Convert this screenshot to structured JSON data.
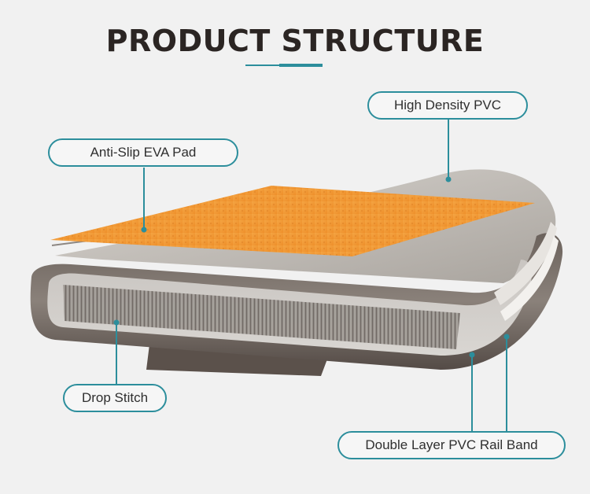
{
  "title": "PRODUCT STRUCTURE",
  "accent_color": "#2c8e9c",
  "labels": {
    "high_density_pvc": "High Density PVC",
    "anti_slip_eva_pad": "Anti-Slip EVA Pad",
    "drop_stitch": "Drop Stitch",
    "double_layer_pvc_rail_band": "Double Layer PVC Rail Band"
  }
}
